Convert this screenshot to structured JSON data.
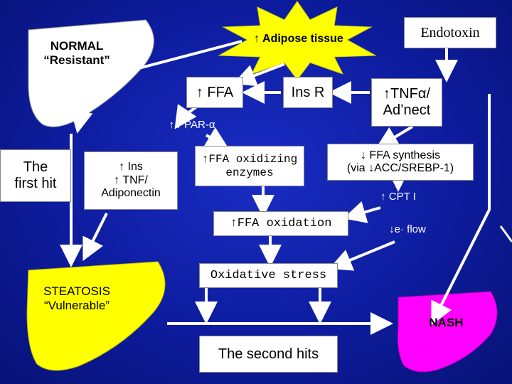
{
  "labels": {
    "adipose": "↑ Adipose tissue",
    "endotoxin": "Endotoxin",
    "normal_line1": "NORMAL",
    "normal_line2": "“Resistant”",
    "ffa": "↑ FFA",
    "ins_r": "Ins R",
    "tnf_line1": "↑TNFα/",
    "tnf_line2": "Ad’nect",
    "ppar": "↑ PPAR-α",
    "first_hit_line1": "The",
    "first_hit_line2": "first hit",
    "ins_tnf_line1": "↑ Ins",
    "ins_tnf_line2": "↑ TNF/",
    "ins_tnf_line3": "Adiponectin",
    "ffa_oxidizing_line1": "↑FFA oxidizing",
    "ffa_oxidizing_line2": "enzymes",
    "ffa_synthesis_line1": "↓ FFA synthesis",
    "ffa_synthesis_line2": "(via ↓ACC/SREBP-1)",
    "cpt": "↑ CPT I",
    "ffa_oxidation": "↑FFA oxidation",
    "e_flow": "↓e· flow",
    "oxidative_stress": "Oxidative stress",
    "steatosis_line1": "STEATOSIS",
    "steatosis_line2": "“Vulnerable”",
    "nash": "NASH",
    "second_hits": "The second hits"
  },
  "colors": {
    "background": "#0d1c9e",
    "arrow": "#ffffff",
    "normal_liver": "#ffffff",
    "steatosis_liver": "#ffff00",
    "nash_liver": "#ff00ff",
    "box": "#ffffff",
    "adipose_star": "#ffff00"
  }
}
